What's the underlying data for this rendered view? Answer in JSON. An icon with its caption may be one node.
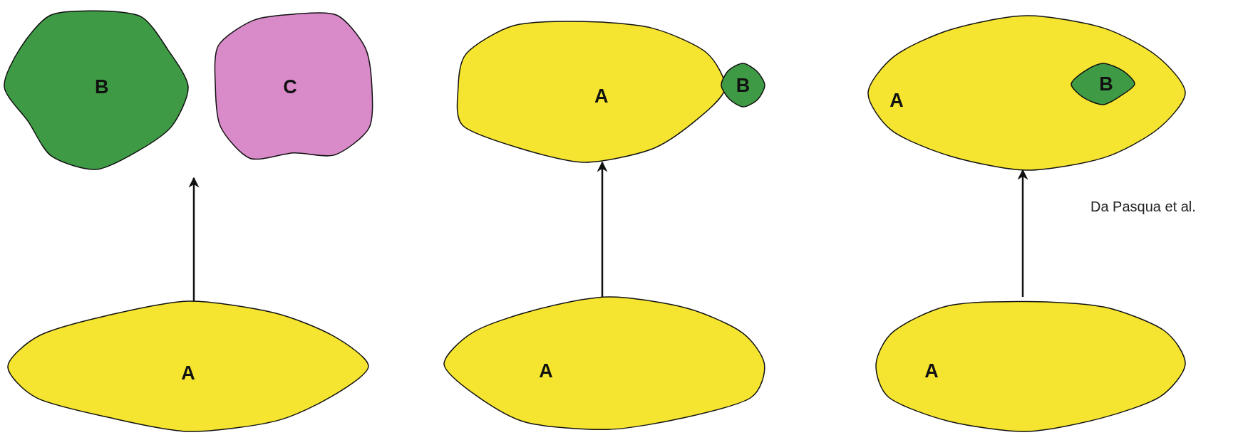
{
  "diagram": {
    "nodes": [
      {
        "text": [
          "B"
        ]
      },
      {
        "text": [
          "C"
        ]
      },
      {
        "text": [
          "A"
        ]
      },
      {
        "text": [
          "B"
        ]
      },
      {
        "text": [
          "A"
        ]
      },
      {
        "text": [
          "B"
        ],
        "in": 4
      },
      {
        "text": [
          "A"
        ]
      },
      {
        "text": [
          "A"
        ]
      },
      {
        "text": [
          "A"
        ]
      }
    ],
    "edges": [
      {
        "from": 6,
        "to": null,
        "arrow": "to"
      },
      {
        "from": 7,
        "to": 2,
        "arrow": "to"
      },
      {
        "from": 8,
        "to": 4,
        "arrow": "to"
      }
    ],
    "labels": [
      "Da Pasqua et al."
    ]
  }
}
